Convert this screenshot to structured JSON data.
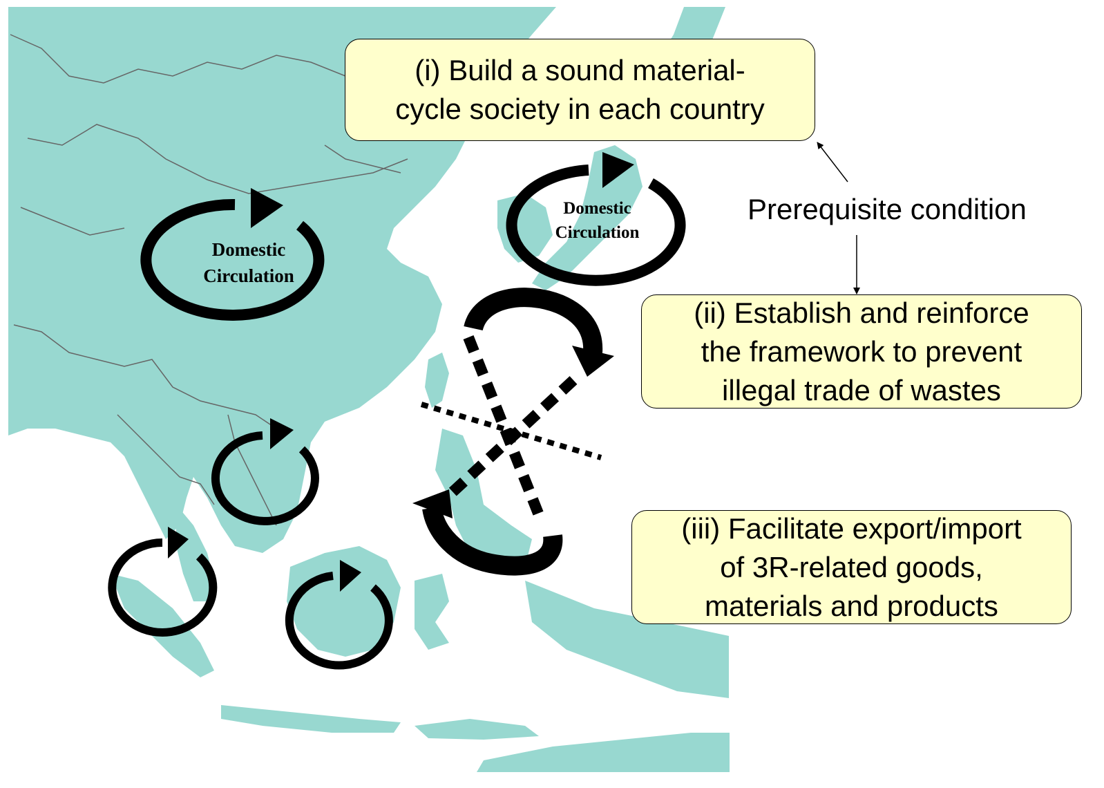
{
  "boxes": {
    "sound_material_cycle": {
      "line1": "(i) Build a sound material-",
      "line2": "cycle society in each country"
    },
    "illegal_trade": {
      "line1": "(ii) Establish and reinforce",
      "line2": "the framework to prevent",
      "line3": "illegal trade of wastes"
    },
    "facilitate_trade": {
      "line1": "(iii) Facilitate export/import",
      "line2": "of 3R-related goods,",
      "line3": "materials and products"
    }
  },
  "annotation": {
    "prerequisite": "Prerequisite condition"
  },
  "circulation_labels": {
    "china": {
      "line1": "Domestic",
      "line2": "Circulation"
    },
    "japan": {
      "line1": "Domestic",
      "line2": "Circulation"
    }
  },
  "colors": {
    "land": "#98d8d0",
    "border": "#666666",
    "box_fill": "#ffffcc",
    "arrow": "#000000"
  },
  "icons": {
    "cycle": "circular-arrow-icon",
    "trade": "curved-arrow-icon"
  }
}
